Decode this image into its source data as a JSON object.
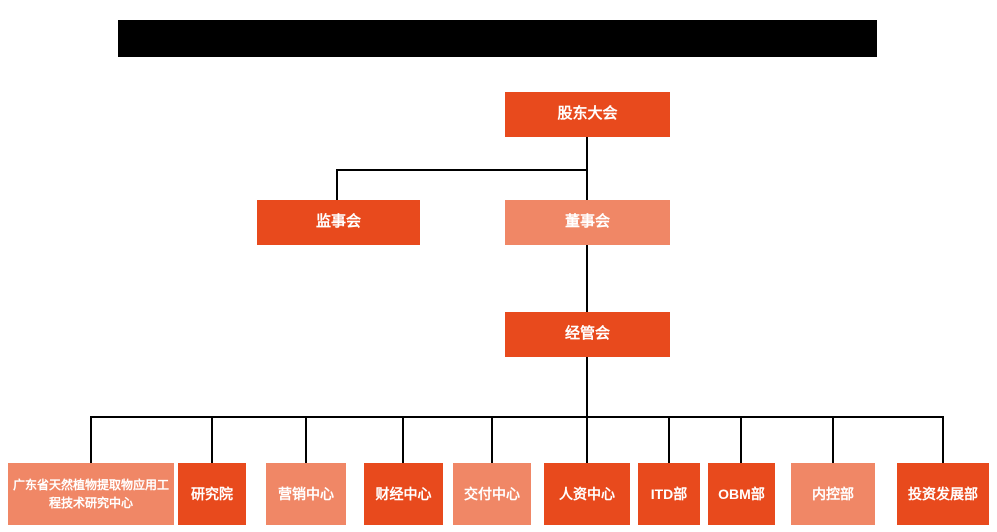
{
  "page": {
    "background_color": "#ffffff"
  },
  "colors": {
    "node_solid": "#e84a1d",
    "node_light": "#f08766",
    "connector_line": "#000000",
    "redaction_bar": "#000000",
    "node_text": "#ffffff"
  },
  "org": {
    "root": {
      "label": "股东大会",
      "variant": "solid"
    },
    "level2": [
      {
        "label": "监事会",
        "variant": "solid"
      },
      {
        "label": "董事会",
        "variant": "light"
      }
    ],
    "level3": {
      "label": "经管会",
      "variant": "solid"
    },
    "departments": [
      {
        "label": "广东省天然植物提取物应用工程技术研究中心",
        "variant": "light"
      },
      {
        "label": "研究院",
        "variant": "solid"
      },
      {
        "label": "营销中心",
        "variant": "light"
      },
      {
        "label": "财经中心",
        "variant": "solid"
      },
      {
        "label": "交付中心",
        "variant": "light"
      },
      {
        "label": "人资中心",
        "variant": "solid"
      },
      {
        "label": "ITD部",
        "variant": "solid"
      },
      {
        "label": "OBM部",
        "variant": "solid"
      },
      {
        "label": "内控部",
        "variant": "light"
      },
      {
        "label": "投资发展部",
        "variant": "solid"
      }
    ]
  }
}
